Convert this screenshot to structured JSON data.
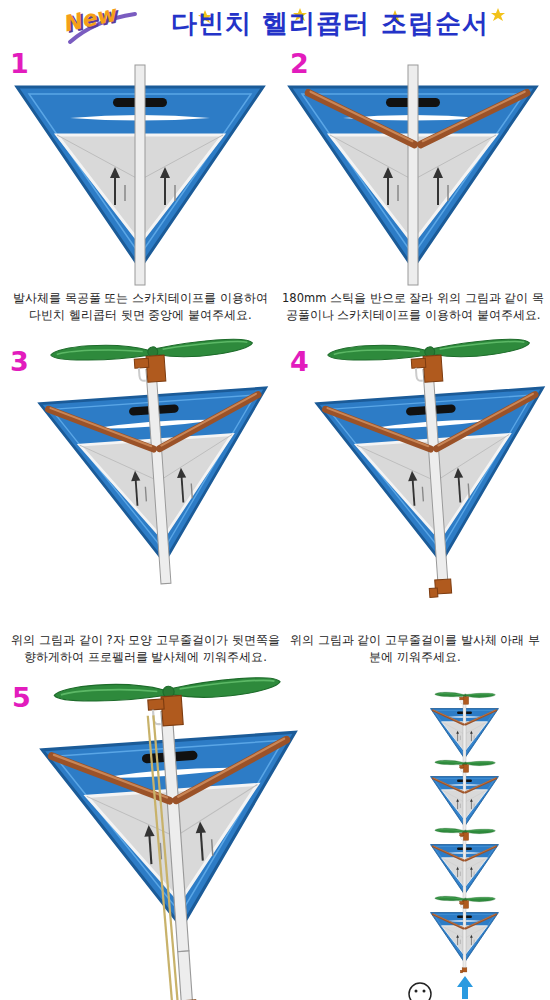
{
  "diagram": {
    "title": "다빈치 헬리콥터 조립순서",
    "labels": [
      "New",
      "1",
      "발사체를 목공풀 또는 스카치테이프를 이용하여 다빈치 헬리콥터 뒷면 중앙에 붙여주세요.",
      "2",
      "180mm 스틱을 반으로 잘라 위의 그림과 같이 목공풀이나 스카치테이프를 이용하여 붙여주세요.",
      "3",
      "위의 그림과 같이 ?자 모양 고무줄걸이가 뒷면쪽을 향하게하여 프로펠러를 발사체에 끼워주세요.",
      "4",
      "위의 그림과 같이 고무줄걸이를 발사체 아래 부분에 끼워주세요.",
      "5"
    ]
  }
}
